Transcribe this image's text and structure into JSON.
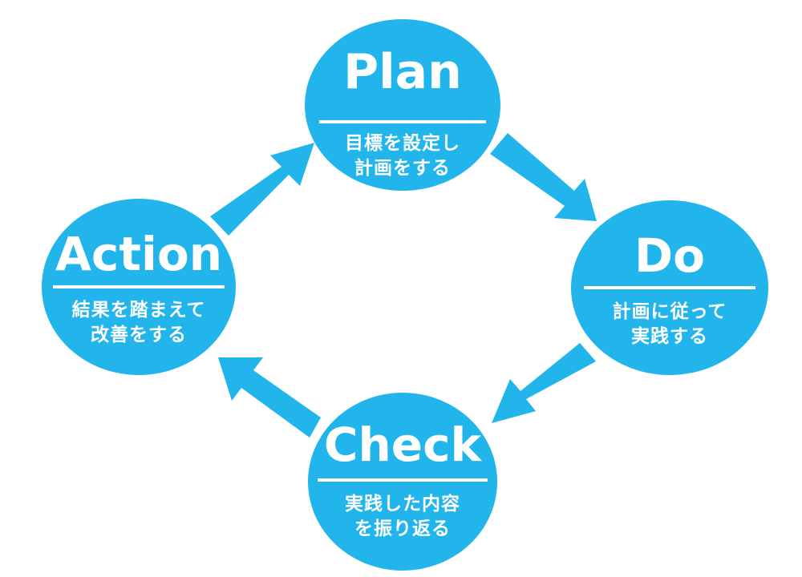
{
  "colors": {
    "accent": "#21B5EC",
    "text": "#FFFFFF",
    "background": "#FFFFFF"
  },
  "nodes": {
    "plan": {
      "title": "Plan",
      "desc_line1": "目標を設定し",
      "desc_line2": "計画をする"
    },
    "do": {
      "title": "Do",
      "desc_line1": "計画に従って",
      "desc_line2": "実践する"
    },
    "check": {
      "title": "Check",
      "desc_line1": "実践した内容",
      "desc_line2": "を振り返る"
    },
    "action": {
      "title": "Action",
      "desc_line1": "結果を踏まえて",
      "desc_line2": "改善をする"
    }
  },
  "arrows": [
    {
      "from": "plan",
      "to": "do"
    },
    {
      "from": "do",
      "to": "check"
    },
    {
      "from": "check",
      "to": "action"
    },
    {
      "from": "action",
      "to": "plan"
    }
  ]
}
